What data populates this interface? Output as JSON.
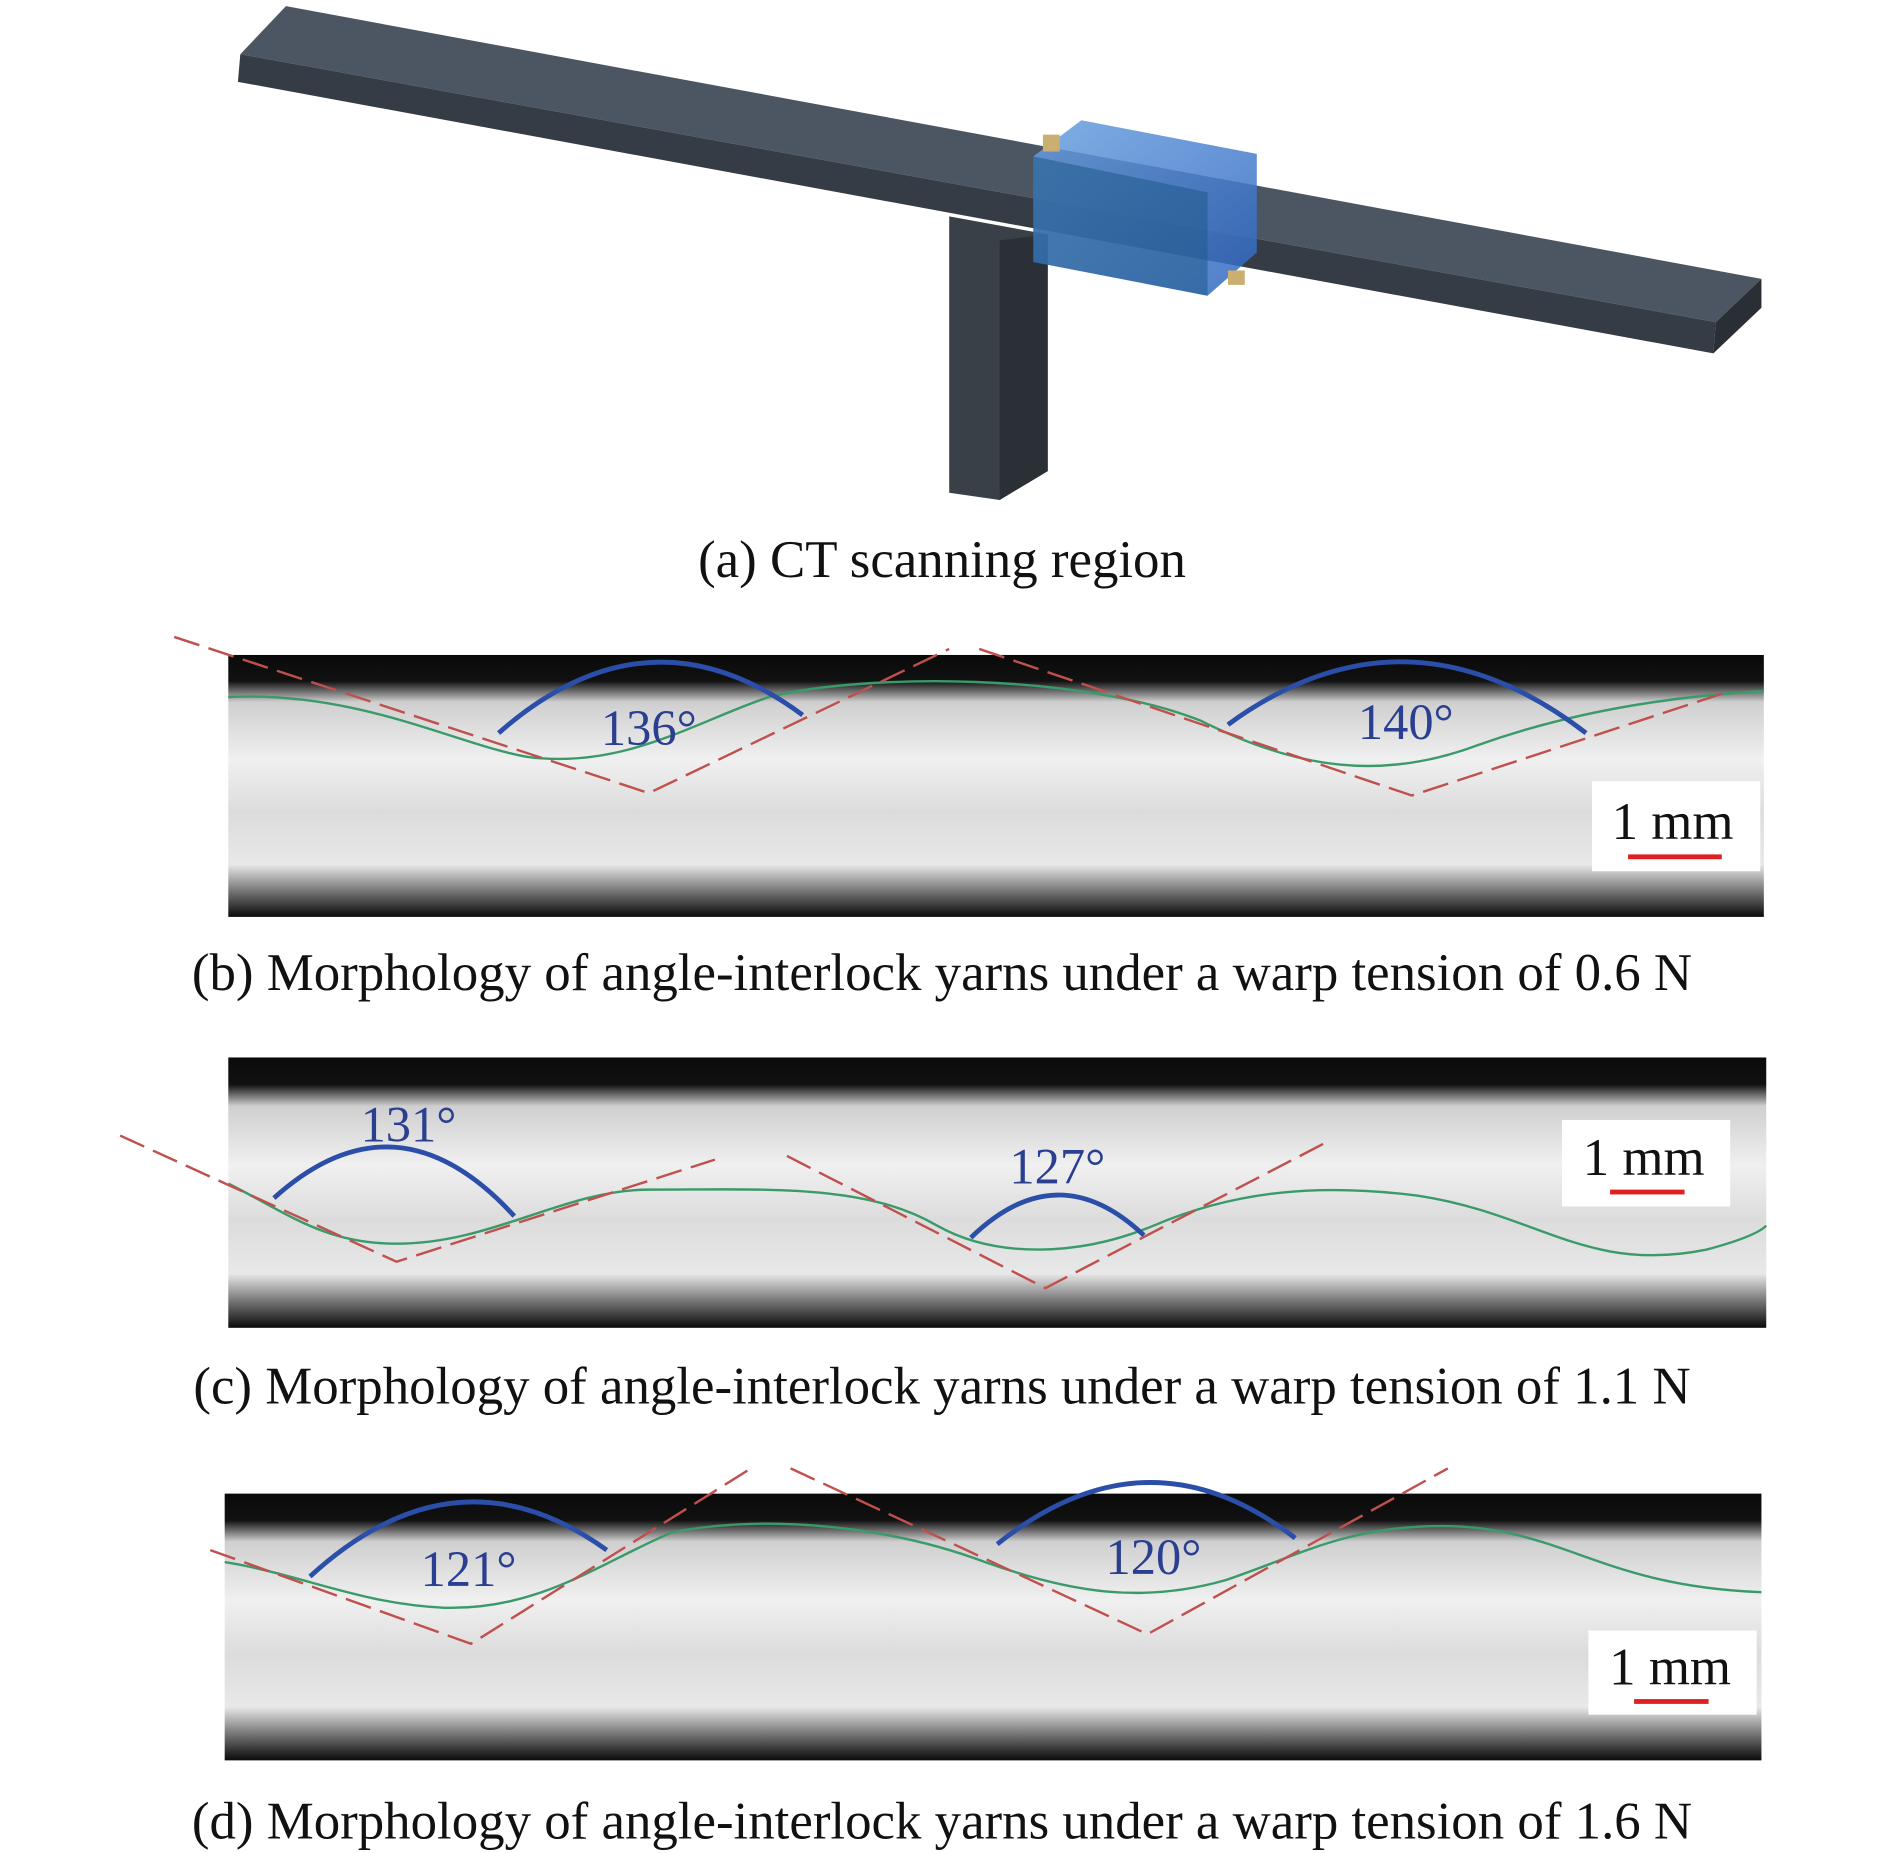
{
  "figure": {
    "panel_a": {
      "caption": "(a) CT scanning region"
    },
    "panels": [
      {
        "caption": "(b) Morphology of angle-interlock yarns under a warp tension of 0.6 N",
        "angles": [
          "136°",
          "140°"
        ],
        "scale": "1 mm"
      },
      {
        "caption": "(c) Morphology of angle-interlock yarns under a warp tension of 1.1 N",
        "angles": [
          "131°",
          "127°"
        ],
        "scale": "1 mm"
      },
      {
        "caption": "(d) Morphology of angle-interlock yarns under a warp tension of 1.6 N",
        "angles": [
          "121°",
          "120°"
        ],
        "scale": "1 mm"
      }
    ]
  },
  "colors": {
    "yarn": "#3a9a6a",
    "guide": "#c0504d",
    "arc": "#2b4fa8",
    "scale_bar": "#e02020"
  }
}
